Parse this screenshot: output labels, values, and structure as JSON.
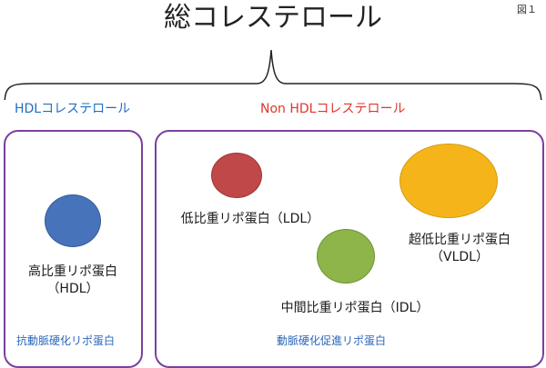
{
  "title": "総コレステロール",
  "figure_label": "図１",
  "groups": {
    "hdl": {
      "label": "HDLコレステロール",
      "label_color": "#1e6fc0",
      "caption": "抗動脈硬化リポ蛋白"
    },
    "non_hdl": {
      "label": "Non HDLコレステロール",
      "label_color": "#e0352b",
      "caption": "動脈硬化促進リポ蛋白"
    }
  },
  "particles": {
    "hdl": {
      "line1": "高比重リポ蛋白",
      "line2": "（HDL）",
      "color": "#4673b9"
    },
    "ldl": {
      "line1": "低比重リポ蛋白（LDL）",
      "color": "#c04848"
    },
    "vldl": {
      "line1": "超低比重リポ蛋白",
      "line2": "（VLDL）",
      "color": "#f5b51a"
    },
    "idl": {
      "line1": "中間比重リポ蛋白（IDL）",
      "color": "#8db54a"
    }
  },
  "box_color": "#7a3fa0",
  "caption_color": "#2a66b8"
}
